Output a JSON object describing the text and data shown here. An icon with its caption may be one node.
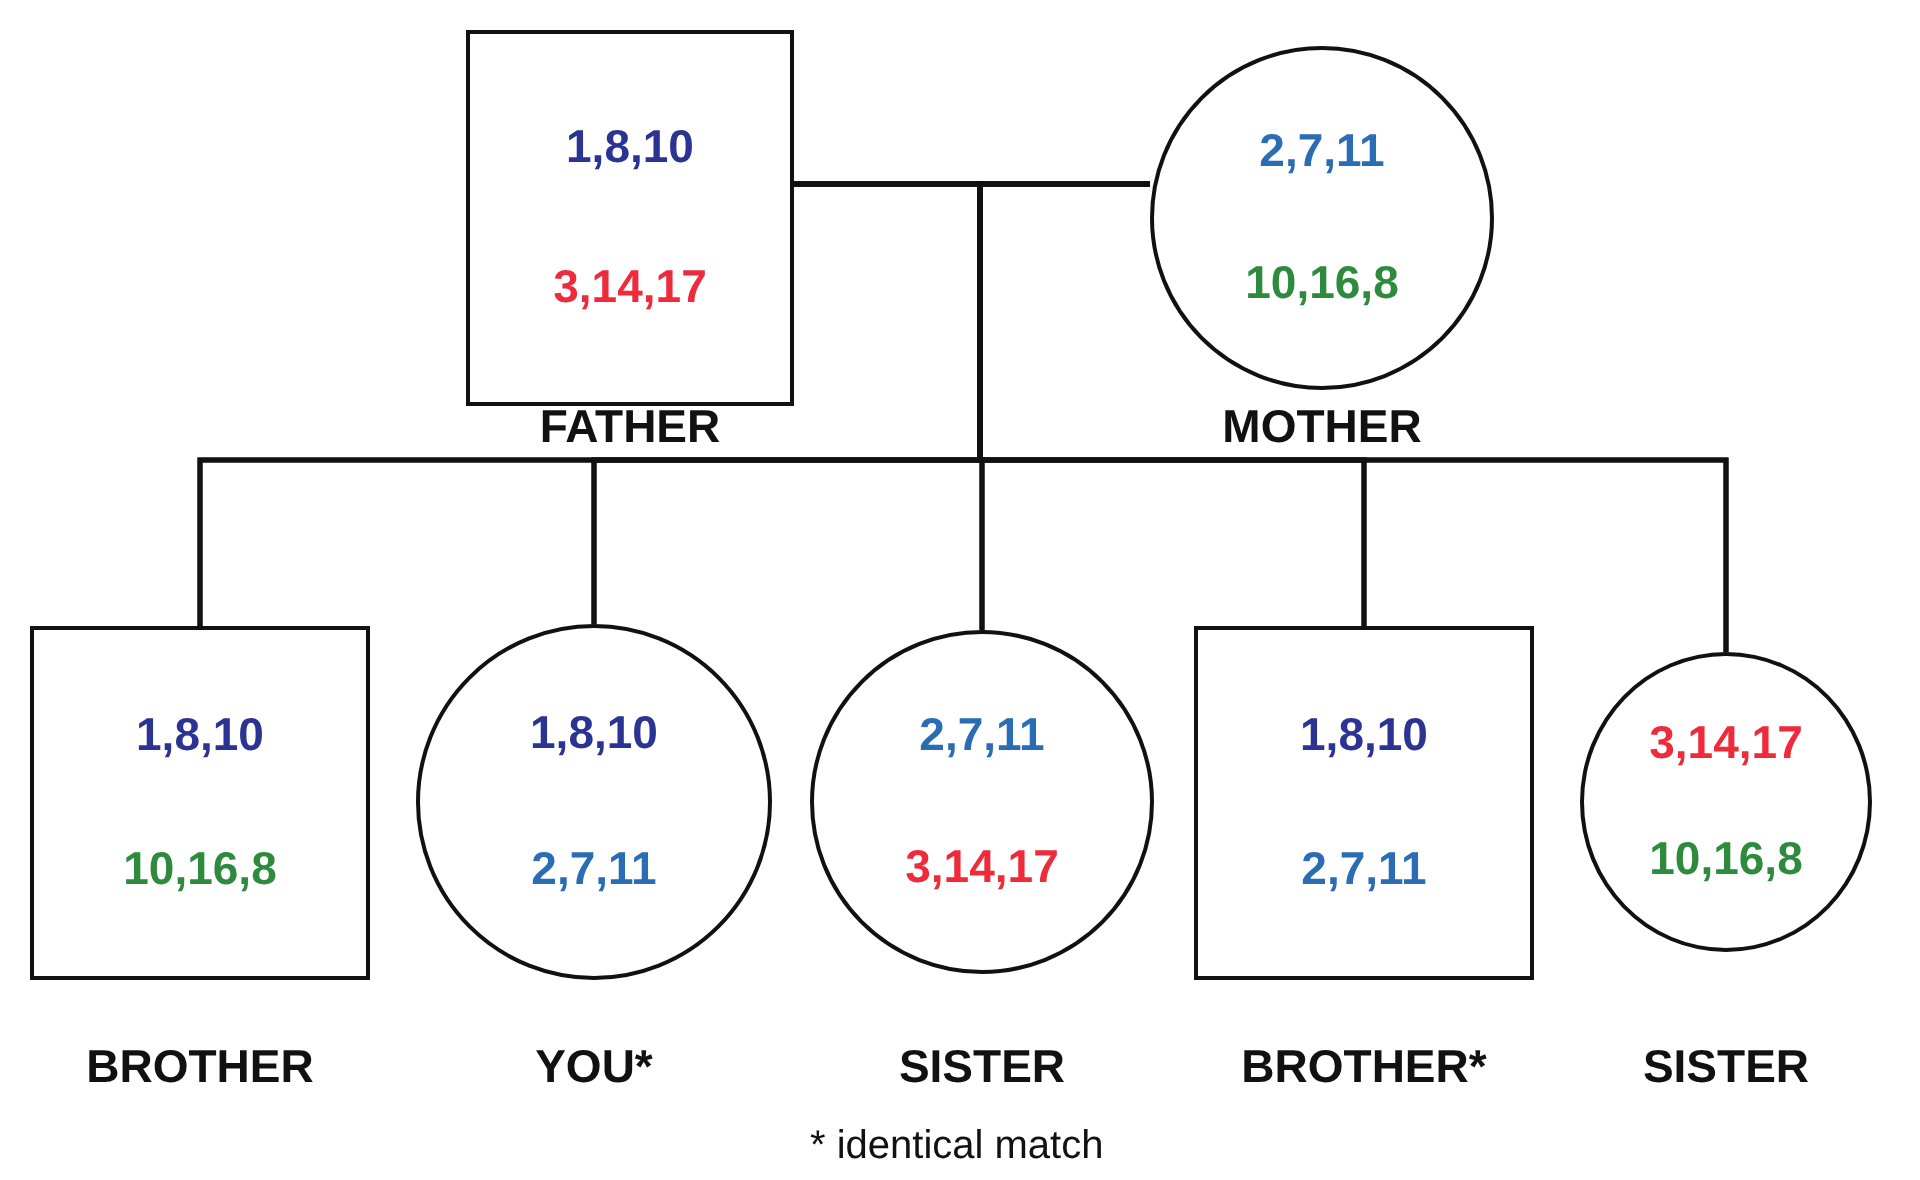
{
  "diagram": {
    "nodes": [
      {
        "text": [
          "1,8,10",
          "3,14,17"
        ],
        "beside": [
          "FATHER"
        ]
      },
      {
        "text": [
          "2,7,11",
          "10,16,8"
        ],
        "beside": [
          "MOTHER"
        ]
      },
      {
        "text": [
          "1,8,10",
          "10,16,8"
        ],
        "beside": [
          "BROTHER"
        ]
      },
      {
        "text": [
          "1,8,10",
          "2,7,11"
        ],
        "beside": [
          "YOU*"
        ]
      },
      {
        "text": [
          "2,7,11",
          "3,14,17"
        ],
        "beside": [
          "SISTER"
        ]
      },
      {
        "text": [
          "1,8,10",
          "2,7,11"
        ],
        "beside": [
          "BROTHER*"
        ]
      },
      {
        "text": [
          "3,14,17",
          "10,16,8"
        ],
        "beside": [
          "SISTER"
        ]
      }
    ],
    "edges": [
      {
        "from": 0,
        "to": 1,
        "arrow": "none"
      },
      {
        "from": 0,
        "to": 2,
        "arrow": "none"
      },
      {
        "from": 0,
        "to": 3,
        "arrow": "none"
      },
      {
        "from": 0,
        "to": 4,
        "arrow": "none"
      },
      {
        "from": 0,
        "to": 5,
        "arrow": "none"
      },
      {
        "from": 0,
        "to": 6,
        "arrow": "none"
      },
      {
        "from": 1,
        "to": 2,
        "arrow": "none"
      },
      {
        "from": 1,
        "to": 3,
        "arrow": "none"
      },
      {
        "from": 1,
        "to": 4,
        "arrow": "none"
      },
      {
        "from": 1,
        "to": 5,
        "arrow": "none"
      },
      {
        "from": 1,
        "to": 6,
        "arrow": "none"
      }
    ],
    "labels": [
      "* identical match"
    ]
  }
}
